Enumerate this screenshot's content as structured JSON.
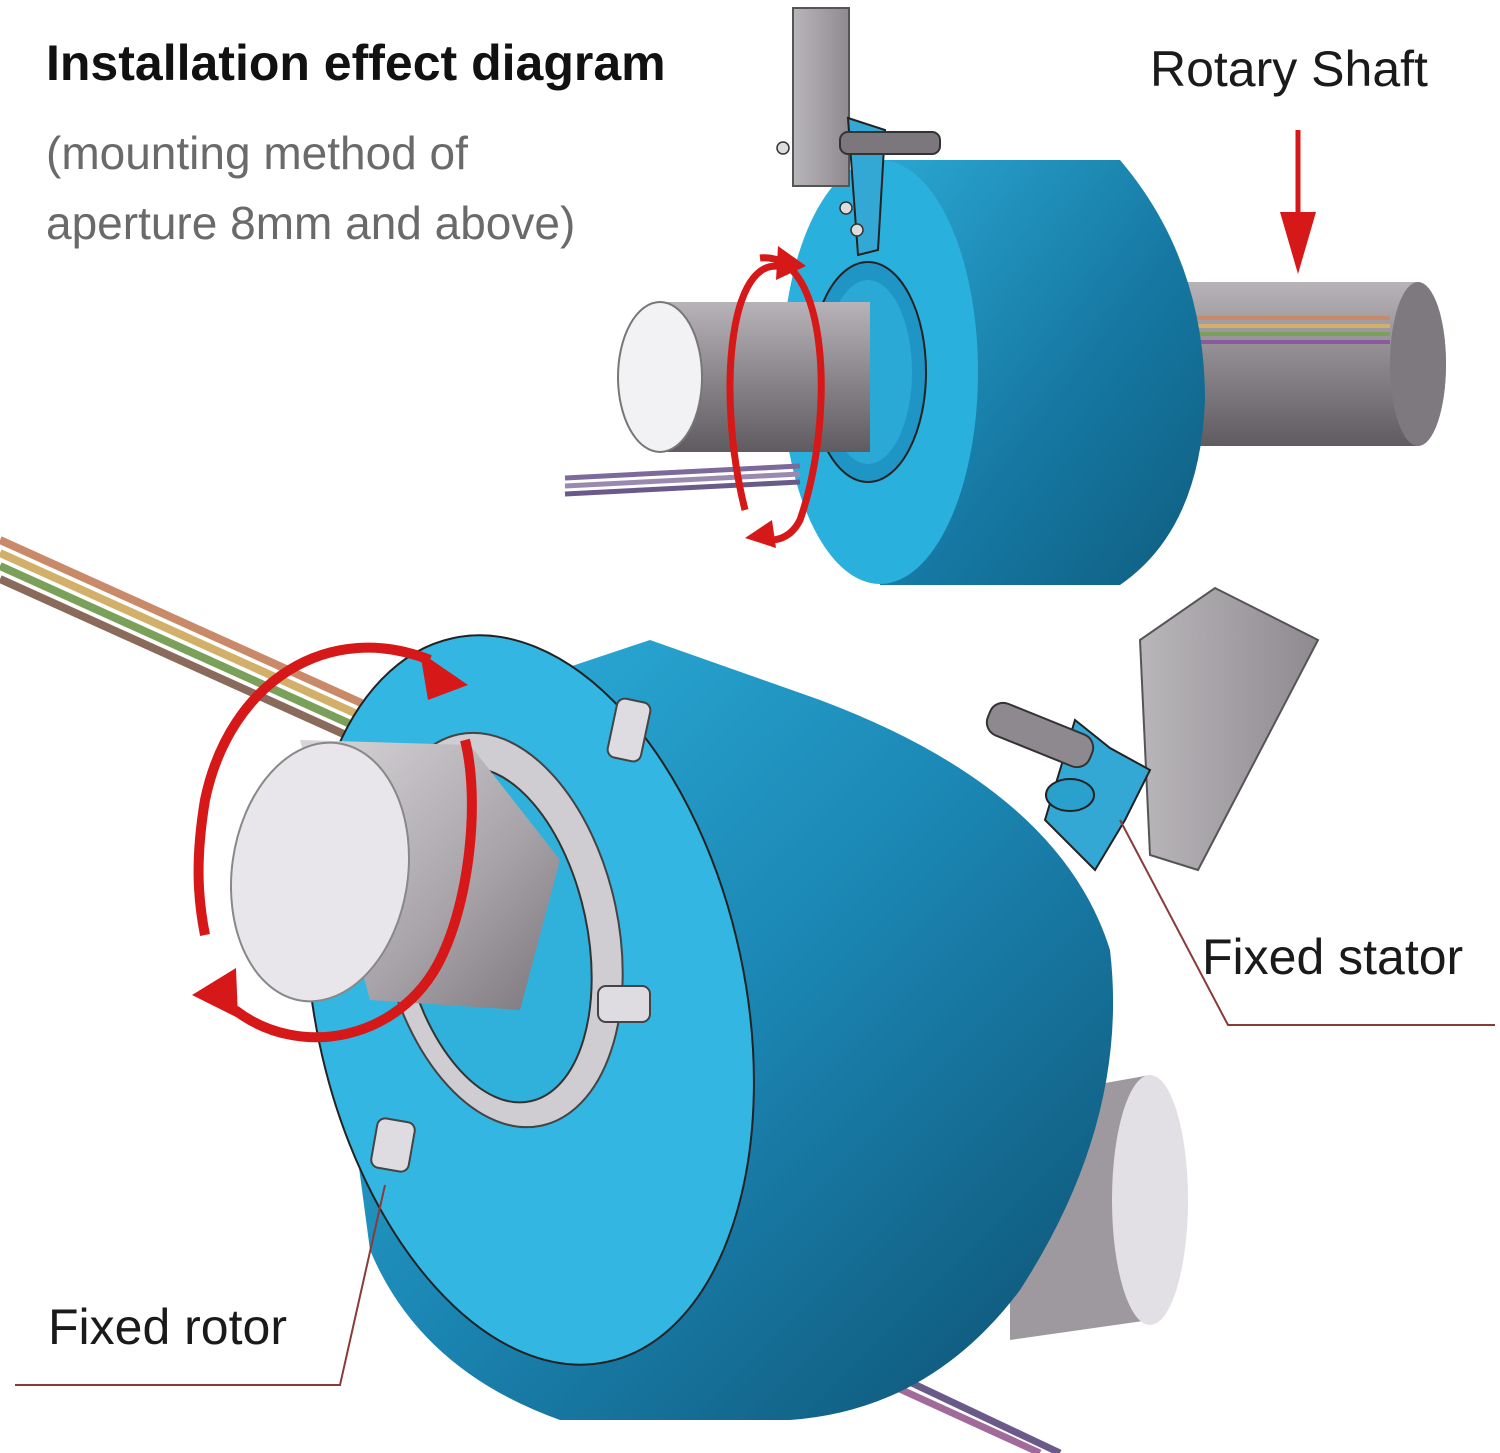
{
  "header": {
    "title": "Installation effect diagram",
    "subtitle_line1": "(mounting method of",
    "subtitle_line2": "aperture 8mm and above)"
  },
  "labels": {
    "rotary_shaft": "Rotary Shaft",
    "fixed_stator": "Fixed stator",
    "fixed_rotor": "Fixed rotor"
  },
  "colors": {
    "housing_blue": "#1f8cb8",
    "housing_face": "#29b3de",
    "shaft_grey": "#8f8a8f",
    "shaft_light": "#e6e4e8",
    "arrow_red": "#d61818",
    "bracket_grey": "#a9a6aa",
    "leader_line": "#8a3a3a"
  }
}
